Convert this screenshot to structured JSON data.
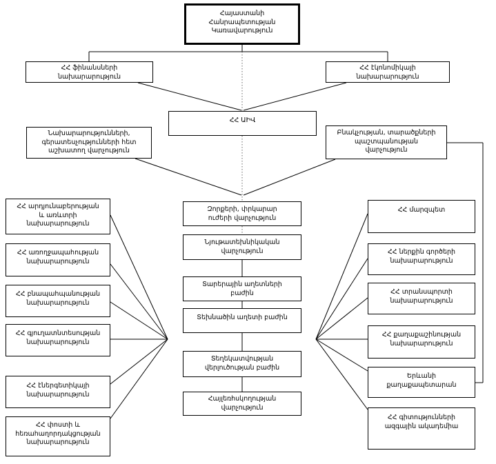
{
  "diagram": {
    "type": "org-chart",
    "line_color": "#000000",
    "dotted_line_color": "#666666",
    "box_background": "#ffffff",
    "government": {
      "label": "Հայաստանի\nՀանրապետության\nԿառավարություն"
    },
    "finance_ministry": {
      "label": "ՀՀ ֆինանսների\nնախարարություն"
    },
    "economy_ministry": {
      "label": "ՀՀ էկոնոմիկայի\nնախարարություն"
    },
    "aiv": {
      "label": "ՀՀ ԱԻՎ"
    },
    "ministries_liaison": {
      "label": "Նախարարությունների,\nգերատեսչությունների հետ\nաշխատող վարչություն"
    },
    "population_protection": {
      "label": "Բնակչության, տարածքների\nպաշտպանության\nվարչություն"
    },
    "left_column": [
      {
        "label": "ՀՀ արդյունաբերության\nև առևտրի\nնախարարություն"
      },
      {
        "label": "ՀՀ առողջապահության\nնախարարություն"
      },
      {
        "label": "ՀՀ բնապահպանության\nնախարարություն"
      },
      {
        "label": "ՀՀ գյուղատնտեսության\nնախարարություն"
      },
      {
        "label": "ՀՀ էներգետիկայի\nնախարարություն"
      },
      {
        "label": "ՀՀ փոստի և\nհեռահաղորդակցության\nնախարարություն"
      }
    ],
    "middle_column": [
      {
        "label": "Զորքերի, փրկարար\nուժերի վարչություն"
      },
      {
        "label": "Նյութատեխնիկական\nվարչություն"
      },
      {
        "label": "Տարերային աղետների\nբաժին"
      },
      {
        "label": "Տեխնածին աղետի բաժին"
      },
      {
        "label": "Տեղեկատվության\nվերլուծության բաժին"
      },
      {
        "label": "Հայլեռհսկողության\nվարչություն"
      }
    ],
    "right_column": [
      {
        "label": "ՀՀ մարզպետ"
      },
      {
        "label": "ՀՀ ներքին գործերի\nնախարարություն"
      },
      {
        "label": "ՀՀ տրանսպորտի\nնախարարություն"
      },
      {
        "label": "ՀՀ քաղաքաշինության\nնախարարություն"
      },
      {
        "label": "Երևանի\nքաղաքապետարան"
      },
      {
        "label": "ՀՀ գիտությունների\nազգային ակադեմիա"
      }
    ]
  }
}
